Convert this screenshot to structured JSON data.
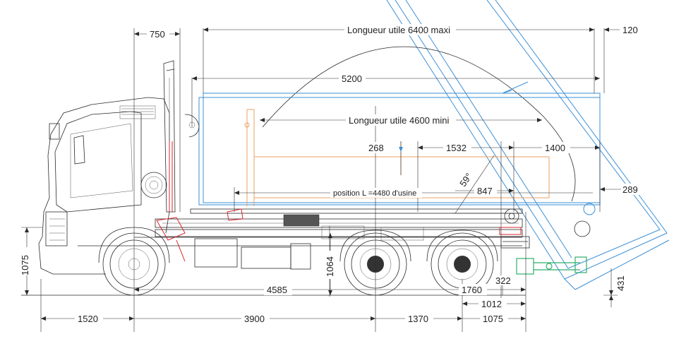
{
  "dimensions": {
    "d750": "750",
    "d120": "120",
    "longueur_max": "Longueur utile 6400 maxi",
    "d5200": "5200",
    "longueur_min": "Longueur utile 4600 mini",
    "d268": "268",
    "d1532": "1532",
    "d1400": "1400",
    "angle": "59°",
    "d847": "847",
    "position": "position L =4480 d'usine",
    "d289": "289",
    "d1075_h": "1075",
    "d1064": "1064",
    "d4585": "4585",
    "d1760": "1760",
    "d322": "322",
    "d431": "431",
    "d1012": "1012",
    "d1520": "1520",
    "d3900": "3900",
    "d1370": "1370",
    "d1075_b": "1075"
  },
  "colors": {
    "body_frame": "#3a8fd6",
    "subframe": "#e8a060",
    "hydraulic_red": "#d8262e",
    "hook_green": "#2fae6a",
    "line": "#2a2a2a"
  }
}
